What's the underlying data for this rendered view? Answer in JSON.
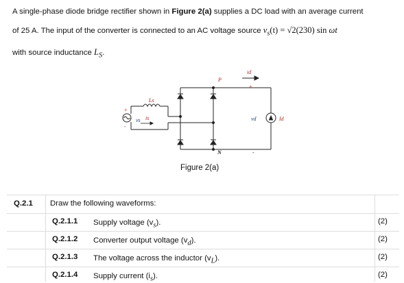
{
  "intro": {
    "p1": "A single-phase diode bridge rectifier shown in ",
    "fig_ref": "Figure 2(a)",
    "p2": " supplies a DC load with an average current",
    "p3": "of 25 A. The input of the converter is connected to an AC voltage source ",
    "eq_lhs": "v",
    "eq_sub": "s",
    "eq_mid": "(t) = √2(230) sin ",
    "eq_rhs": "ωt",
    "p4": "with source inductance ",
    "ls": "L",
    "ls_sub": "S",
    "p5": "."
  },
  "figure": {
    "labels": {
      "ls": "Ls",
      "is": "is",
      "vs": "vs",
      "plus": "+",
      "minus": "-",
      "p": "P",
      "n": "N",
      "id_top": "id",
      "vd": "vd",
      "id_src": "Id",
      "plus_out": "+",
      "minus_out": "-"
    },
    "caption": "Figure 2(a)"
  },
  "question": {
    "number": "Q.2.1",
    "text": "Draw the following waveforms:",
    "items": [
      {
        "number": "Q.2.1.1",
        "text": "Supply voltage (v",
        "sub": "s",
        "tail": ").",
        "marks": "(2)"
      },
      {
        "number": "Q.2.1.2",
        "text": "Converter output voltage (v",
        "sub": "d",
        "tail": ").",
        "marks": "(2)"
      },
      {
        "number": "Q.2.1.3",
        "text": "The voltage across the inductor (v",
        "sub": "L",
        "tail": ").",
        "marks": "(2)"
      },
      {
        "number": "Q.2.1.4",
        "text": "Supply current (i",
        "sub": "s",
        "tail": ").",
        "marks": "(2)"
      }
    ]
  }
}
